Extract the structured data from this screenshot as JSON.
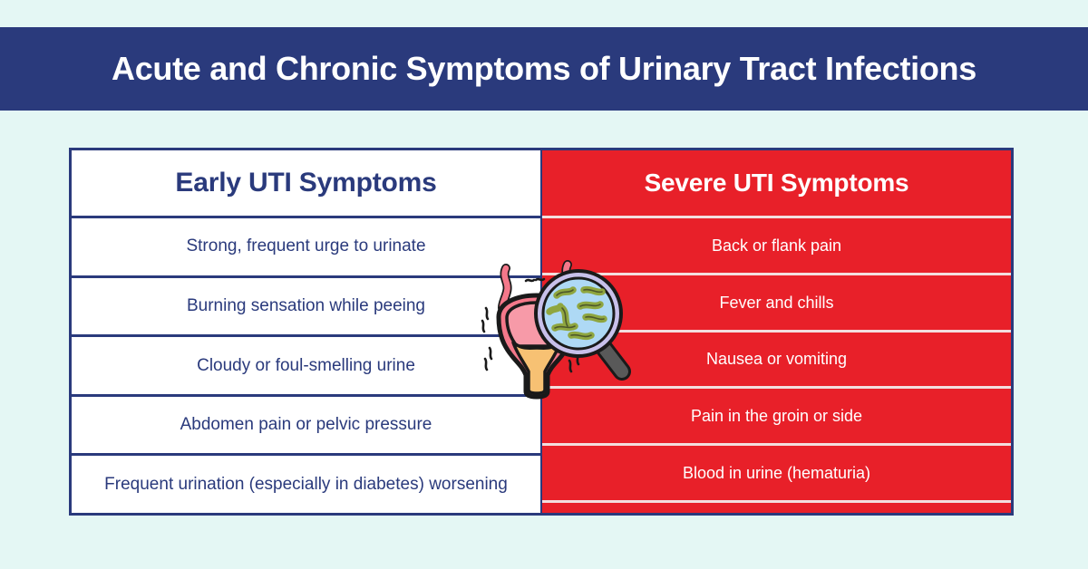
{
  "page": {
    "background_color": "#e4f7f4"
  },
  "header": {
    "title": "Acute and Chronic Symptoms of Urinary Tract Infections",
    "background_color": "#2a3a7c",
    "text_color": "#ffffff"
  },
  "table": {
    "columns": [
      {
        "id": "early",
        "header": "Early UTI Symptoms",
        "background_color": "#ffffff",
        "text_color": "#2a3a7c",
        "divider_color": "#2a3a7c",
        "rows": [
          "Strong, frequent urge to urinate",
          "Burning sensation while peeing",
          "Cloudy or foul-smelling urine",
          "Abdomen pain or pelvic pressure",
          "Frequent urination (especially in diabetes) worsening"
        ]
      },
      {
        "id": "severe",
        "header": "Severe UTI Symptoms",
        "background_color": "#e82029",
        "text_color": "#ffffff",
        "divider_color": "#f3dede",
        "rows": [
          "Back or flank pain",
          "Fever and chills",
          "Nausea or vomiting",
          "Pain in the groin or side",
          "Blood in urine (hematuria)"
        ]
      }
    ],
    "border_color": "#2a3a7c"
  },
  "illustration": {
    "name": "bladder-with-magnifier",
    "bladder_fill": "#f4788a",
    "bladder_inner_fill": "#f79aa8",
    "urine_fill": "#f7c173",
    "outline_color": "#1a1a1a",
    "lens_fill": "#aed9f5",
    "lens_rim": "#c8c0ea",
    "bacteria_color": "#8fa63f",
    "handle_color": "#595959"
  }
}
